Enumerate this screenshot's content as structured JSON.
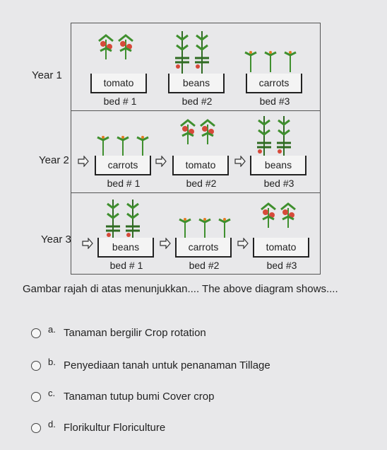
{
  "rows": [
    {
      "year": "Year 1",
      "beds": [
        {
          "crop": "tomato",
          "number": "bed # 1",
          "plant": "tomato"
        },
        {
          "crop": "beans",
          "number": "bed #2",
          "plant": "beans"
        },
        {
          "crop": "carrots",
          "number": "bed #3",
          "plant": "carrots"
        }
      ]
    },
    {
      "year": "Year 2",
      "beds": [
        {
          "crop": "carrots",
          "number": "bed # 1",
          "plant": "carrots"
        },
        {
          "crop": "tomato",
          "number": "bed #2",
          "plant": "tomato"
        },
        {
          "crop": "beans",
          "number": "bed #3",
          "plant": "beans"
        }
      ]
    },
    {
      "year": "Year 3",
      "beds": [
        {
          "crop": "beans",
          "number": "bed # 1",
          "plant": "beans"
        },
        {
          "crop": "carrots",
          "number": "bed #2",
          "plant": "carrots"
        },
        {
          "crop": "tomato",
          "number": "bed #3",
          "plant": "tomato"
        }
      ]
    }
  ],
  "question": "Gambar rajah di atas menunjukkan.... The above diagram shows....",
  "options": [
    {
      "letter": "a.",
      "text": "Tanaman bergilir Crop rotation"
    },
    {
      "letter": "b.",
      "text": "Penyediaan tanah untuk penanaman  Tillage"
    },
    {
      "letter": "c.",
      "text": "Tanaman tutup bumi Cover crop"
    },
    {
      "letter": "d.",
      "text": "Florikultur Floriculture"
    }
  ],
  "colors": {
    "leaf": "#3f8f2e",
    "fruit": "#d64a3a",
    "carrot": "#e07a1f",
    "bean": "#2f6b22"
  }
}
